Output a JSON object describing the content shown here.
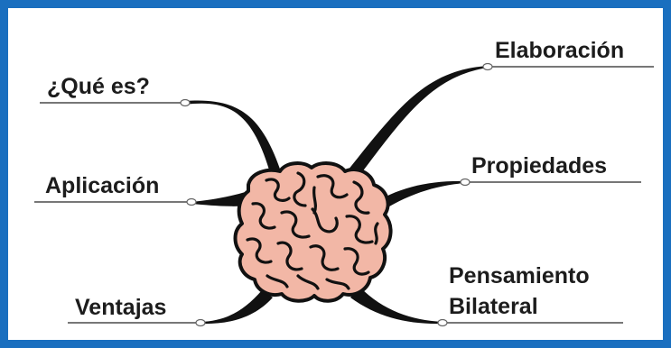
{
  "diagram": {
    "frame_color": "#1a6fbf",
    "brain_color": "#f2b7a6",
    "central_image": "brain-icon",
    "branches": [
      {
        "id": "que-es",
        "label": "¿Qué es?"
      },
      {
        "id": "aplicacion",
        "label": "Aplicación"
      },
      {
        "id": "ventajas",
        "label": "Ventajas"
      },
      {
        "id": "elaboracion",
        "label": "Elaboración"
      },
      {
        "id": "propiedades",
        "label": "Propiedades"
      },
      {
        "id": "pensamiento",
        "label_line1": "Pensamiento",
        "label_line2": "Bilateral"
      }
    ]
  }
}
